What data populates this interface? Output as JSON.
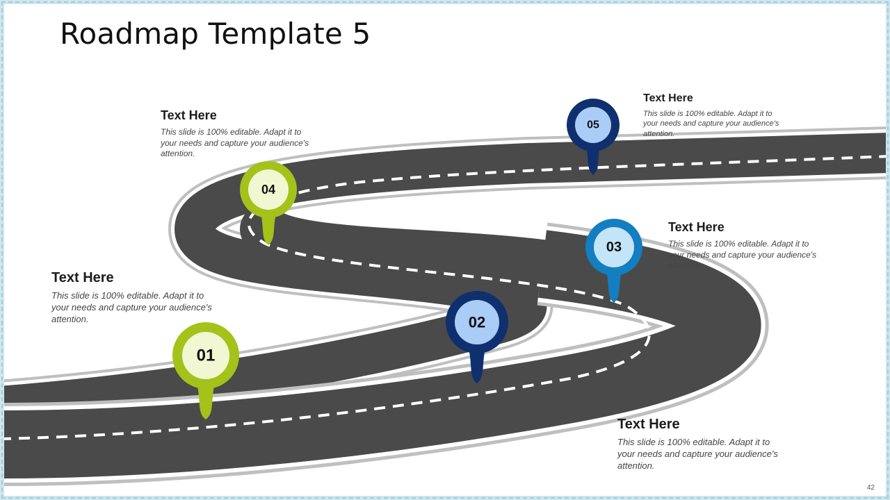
{
  "title": "Roadmap Template 5",
  "page_number": "42",
  "colors": {
    "road": "#4a4a4a",
    "road_edge": "#ffffff",
    "lime": "#a4c21a",
    "lime_inner": "#f1f7d2",
    "navy": "#0f2f6e",
    "navy_inner": "#a9cdf7",
    "blue": "#137ec0",
    "blue_inner": "#c4e4f8"
  },
  "milestones": [
    {
      "number": "01",
      "heading": "Text Here",
      "body": "This slide is 100% editable. Adapt it to your needs and capture your audience's attention."
    },
    {
      "number": "02",
      "heading": "Text Here",
      "body": "This slide is 100% editable. Adapt it to your needs and capture your audience's attention."
    },
    {
      "number": "03",
      "heading": "Text Here",
      "body": "This slide is 100% editable. Adapt it to your needs and capture your audience's attention."
    },
    {
      "number": "04",
      "heading": "Text Here",
      "body": "This slide is 100% editable. Adapt it to your needs and capture your audience's attention."
    },
    {
      "number": "05",
      "heading": "Text Here",
      "body": "This slide is 100% editable. Adapt it to your needs and capture your audience's attention."
    }
  ]
}
